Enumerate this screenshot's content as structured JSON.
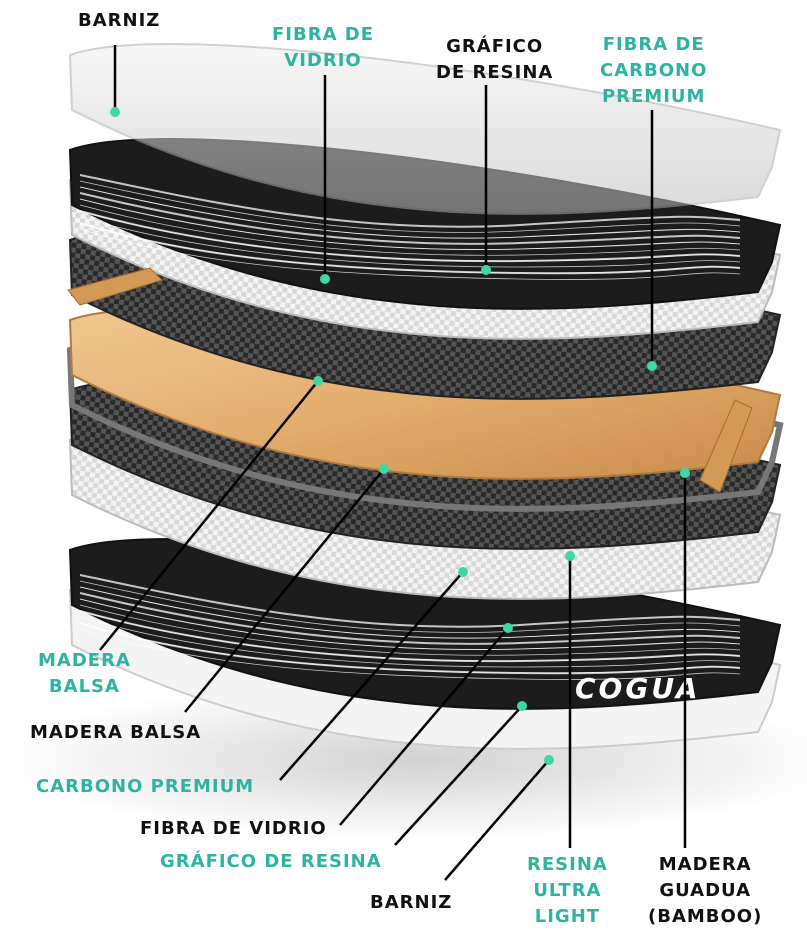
{
  "colors": {
    "accent_teal": "#2db3a0",
    "dot": "#3fd6a8",
    "text_dark": "#111111"
  },
  "brand_logo": "COGUA",
  "labels": {
    "barniz_top": {
      "lines": [
        "BARNIZ"
      ],
      "color": "black"
    },
    "fibra_vidrio_top": {
      "lines": [
        "FIBRA DE",
        "VIDRIO"
      ],
      "color": "teal"
    },
    "grafico_resina_top": {
      "lines": [
        "GRÁFICO",
        "DE RESINA"
      ],
      "color": "black"
    },
    "fibra_carbono_premium": {
      "lines": [
        "FIBRA DE",
        "CARBONO",
        "PREMIUM"
      ],
      "color": "teal"
    },
    "madera_balsa_teal": {
      "lines": [
        "MADERA",
        "BALSA"
      ],
      "color": "teal"
    },
    "madera_balsa_black": {
      "lines": [
        "MADERA BALSA"
      ],
      "color": "black"
    },
    "carbono_premium": {
      "lines": [
        "CARBONO PREMIUM"
      ],
      "color": "teal"
    },
    "fibra_vidrio_bottom": {
      "lines": [
        "FIBRA DE VIDRIO"
      ],
      "color": "black"
    },
    "grafico_resina_bottom": {
      "lines": [
        "GRÁFICO DE RESINA"
      ],
      "color": "teal"
    },
    "barniz_bottom": {
      "lines": [
        "BARNIZ"
      ],
      "color": "black"
    },
    "resina_ultra_light": {
      "lines": [
        "RESINA",
        "ULTRA",
        "LIGHT"
      ],
      "color": "teal"
    },
    "madera_guadua": {
      "lines": [
        "MADERA",
        "GUADUA",
        "(BAMBOO)"
      ],
      "color": "black"
    }
  }
}
